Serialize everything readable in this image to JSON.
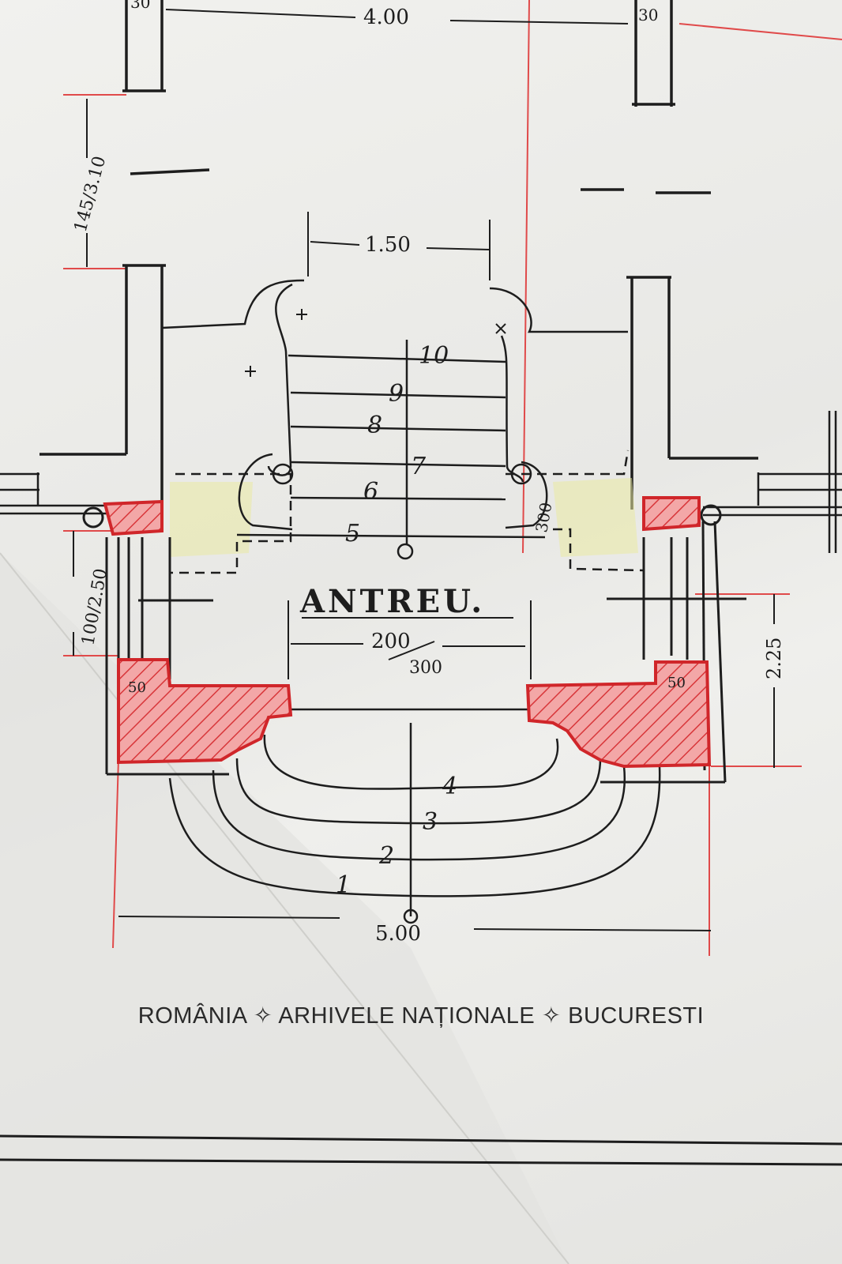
{
  "plan": {
    "room_label": "ANTREU.",
    "dimensions": {
      "top_width": "4.00",
      "wall_left": "30",
      "wall_right": "30",
      "left_height": "145/3.10",
      "stair_width": "1.50",
      "opening": "200",
      "opening_alt": "300",
      "pier_left": "50",
      "pier_right": "50",
      "left_side": "100/2.50",
      "right_side": "2.25",
      "landing": "300",
      "overall_width": "5.00"
    },
    "steps": [
      "1",
      "2",
      "3",
      "4",
      "5",
      "6",
      "7",
      "8",
      "9",
      "10"
    ]
  },
  "stamp": {
    "text": "ROMÂNIA ✧ ARHIVELE NAȚIONALE ✧ BUCURESTI"
  },
  "colors": {
    "ink": "#1d1d1d",
    "red_line": "#e04a4a",
    "hatch_fill": "#e9585a",
    "yellow_wash": "#e9e9a3"
  }
}
